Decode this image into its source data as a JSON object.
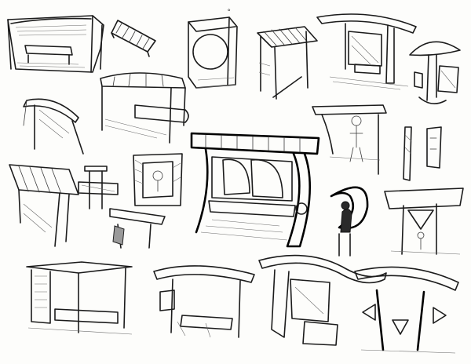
{
  "sheet": {
    "background": "#fdfdfb",
    "ink": "#1b1b1b"
  },
  "sketches": [
    {
      "id": "canopy-bench-shelter",
      "icon": "shelter-sketch"
    },
    {
      "id": "slatted-panel",
      "icon": "panel-sketch"
    },
    {
      "id": "circle-cutout-box",
      "icon": "box-sketch"
    },
    {
      "id": "pergola-frame",
      "icon": "pergola-sketch"
    },
    {
      "id": "curved-roof-bus-stop",
      "icon": "shelter-sketch"
    },
    {
      "id": "mushroom-kiosk",
      "icon": "kiosk-sketch"
    },
    {
      "id": "arched-canopy-bench",
      "icon": "shelter-sketch"
    },
    {
      "id": "curved-roof-frame",
      "icon": "frame-sketch"
    },
    {
      "id": "figure-shelter",
      "icon": "figure-sketch"
    },
    {
      "id": "column-details",
      "icon": "detail-sketch"
    },
    {
      "id": "main-double-bench-shelter",
      "icon": "shelter-sketch"
    },
    {
      "id": "leaning-roof-shelter",
      "icon": "shelter-sketch"
    },
    {
      "id": "bracket-detail",
      "icon": "detail-sketch"
    },
    {
      "id": "ornate-frame",
      "icon": "frame-sketch"
    },
    {
      "id": "crescent-figure",
      "icon": "figure-sketch"
    },
    {
      "id": "arrow-sign-canopy",
      "icon": "sign-sketch"
    },
    {
      "id": "vending-shelter",
      "icon": "shelter-sketch"
    },
    {
      "id": "box-bench-shelter",
      "icon": "shelter-sketch"
    },
    {
      "id": "wave-roof-shelter",
      "icon": "shelter-sketch"
    },
    {
      "id": "arrow-post-pair",
      "icon": "sign-sketch"
    }
  ]
}
